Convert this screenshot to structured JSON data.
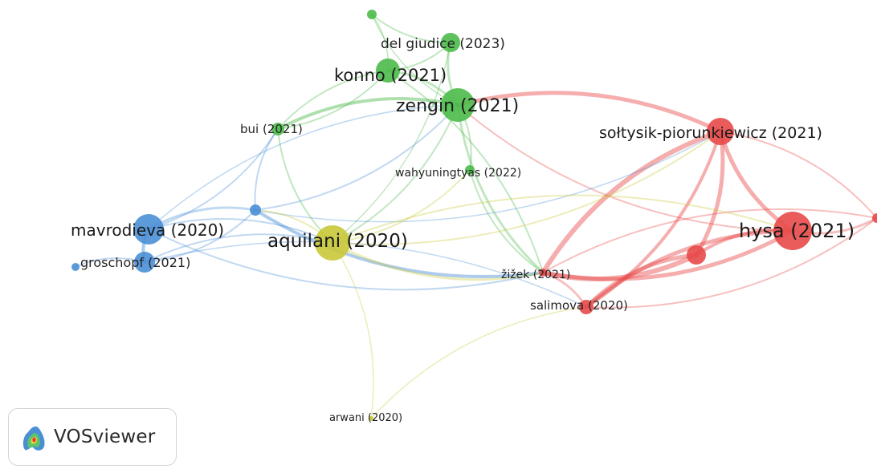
{
  "colors": {
    "cluster_red": "#e84a4a",
    "cluster_green": "#4cbb4a",
    "cluster_blue": "#4a8fd6",
    "cluster_yellow": "#c9c838"
  },
  "logo": {
    "text": "VOSviewer",
    "icon": "vosviewer-logo-icon"
  },
  "nodes": [
    {
      "label": "del giudice (2023)",
      "cluster": "green"
    },
    {
      "label": "konno (2021)",
      "cluster": "green"
    },
    {
      "label": "zengin (2021)",
      "cluster": "green"
    },
    {
      "label": "bui (2021)",
      "cluster": "green"
    },
    {
      "label": "wahyuningtyas (2022)",
      "cluster": "green"
    },
    {
      "label": "sołtysik-piorunkiewicz (2021)",
      "cluster": "red"
    },
    {
      "label": "hysa (2021)",
      "cluster": "red"
    },
    {
      "label": "žižek (2021)",
      "cluster": "red"
    },
    {
      "label": "salimova (2020)",
      "cluster": "red"
    },
    {
      "label": "mavrodieva (2020)",
      "cluster": "blue"
    },
    {
      "label": "groschopf (2021)",
      "cluster": "blue"
    },
    {
      "label": "aquilani (2020)",
      "cluster": "yellow"
    },
    {
      "label": "arwani (2020)",
      "cluster": "yellow"
    }
  ]
}
